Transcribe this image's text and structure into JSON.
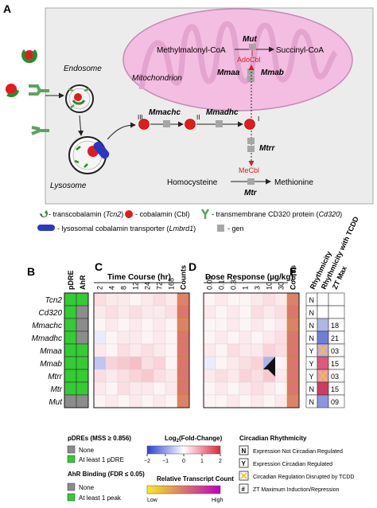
{
  "panelA": {
    "label": "A",
    "endosome": "Endosome",
    "lysosome": "Lysosome",
    "mitochondrion": "Mitochondrion",
    "methylmalonyl": "Methylmalonyl-CoA",
    "succinyl": "Succinyl-CoA",
    "mut": "Mut",
    "adocbl": "AdoCbl",
    "mmaa": "Mmaa",
    "mmab": "Mmab",
    "mmachc": "Mmachc",
    "mmadhc": "Mmadhc",
    "ox3": "III",
    "ox2": "II",
    "ox1": "I",
    "mtrr": "Mtrr",
    "mecbl": "MeCbl",
    "homocysteine": "Homocysteine",
    "methionine": "Methionine",
    "mtr": "Mtr",
    "legend": {
      "tc": "- transcobalamin (",
      "tc_gene": "Tcn2",
      "cbl": "- cobalamin (Cbl)",
      "cd320": "- transmembrane CD320 protein (",
      "cd320_gene": "Cd320",
      "lmbrd": "- lysosomal cobalamin transporter (",
      "lmbrd_gene": "Lmbrd1",
      "gen": "- gen",
      "close": ")"
    }
  },
  "panelB": {
    "label": "B",
    "col_headers": [
      "pDRE",
      "AhR"
    ],
    "genes": [
      "Tcn2",
      "Cd320",
      "Mmachc",
      "Mmadhc",
      "Mmaa",
      "Mmab",
      "Mtrr",
      "Mtr",
      "Mut"
    ],
    "pdre": [
      1,
      1,
      1,
      1,
      1,
      1,
      1,
      1,
      0
    ],
    "ahr": [
      1,
      0,
      0,
      0,
      1,
      1,
      1,
      1,
      0
    ]
  },
  "panelC": {
    "label": "C",
    "title": "Time Course (hr)",
    "timepoints": [
      "2",
      "4",
      "8",
      "12",
      "24",
      "72",
      "168"
    ],
    "counts_label": "Counts",
    "values": [
      [
        0.3,
        0.2,
        0.2,
        0.1,
        0.2,
        0.3,
        0.2
      ],
      [
        0.2,
        0.3,
        0.2,
        0.3,
        0.2,
        0.2,
        0.3
      ],
      [
        0.1,
        0.2,
        0.1,
        0.2,
        0.1,
        0.2,
        0.1
      ],
      [
        -0.2,
        0.1,
        0.2,
        0.2,
        0.1,
        0.2,
        0.1
      ],
      [
        0.2,
        0.1,
        0.3,
        0.2,
        0.3,
        0.2,
        0.1
      ],
      [
        -0.6,
        0.4,
        0.5,
        0.6,
        0.3,
        0.4,
        0.1
      ],
      [
        0.3,
        0.2,
        0.3,
        0.4,
        0.5,
        0.3,
        0.2
      ],
      [
        0.2,
        0.1,
        0.3,
        0.2,
        0.2,
        0.1,
        0.2
      ],
      [
        0.1,
        0.2,
        0.1,
        0.2,
        0.1,
        0.2,
        0.1
      ]
    ],
    "counts": [
      0.45,
      0.5,
      0.45,
      0.5,
      0.5,
      0.5,
      0.5,
      0.5,
      0.45
    ]
  },
  "panelD": {
    "label": "D",
    "title": "Dose Response (µg/kg)",
    "doses": [
      "0.03",
      "0.1",
      "0.3",
      "1",
      "3",
      "10",
      "30"
    ],
    "counts_label": "Counts",
    "values": [
      [
        0.1,
        0.2,
        0.1,
        0.1,
        0.2,
        0.3,
        0.2
      ],
      [
        0.2,
        0.1,
        0.2,
        0.1,
        0.3,
        0.2,
        0.3
      ],
      [
        0.1,
        0.1,
        0.2,
        0.1,
        0.2,
        0.1,
        0.2
      ],
      [
        0.1,
        0.2,
        0.1,
        0.2,
        0.1,
        0.2,
        0.3
      ],
      [
        0.2,
        0.1,
        0.3,
        0.2,
        0.2,
        0.4,
        0.3
      ],
      [
        -0.2,
        0.1,
        0.2,
        0.3,
        0.4,
        -0.8,
        0.1
      ],
      [
        0.2,
        0.3,
        0.2,
        0.4,
        0.3,
        0.5,
        0.2
      ],
      [
        0.1,
        0.2,
        0.1,
        0.2,
        0.3,
        0.2,
        0.1
      ],
      [
        0.1,
        0.1,
        0.2,
        0.1,
        0.2,
        0.1,
        0.2
      ]
    ],
    "counts": [
      0.45,
      0.5,
      0.45,
      0.5,
      0.5,
      0.5,
      0.5,
      0.5,
      0.45
    ]
  },
  "panelE": {
    "label": "E",
    "headers": [
      "Rhythmicity",
      "Rhythmicity with TCDD",
      "ZT Max"
    ],
    "rhythm": [
      "N",
      "N",
      "N",
      "N",
      "Y",
      "Y",
      "Y",
      "N",
      "N"
    ],
    "zt": [
      "",
      "",
      "18",
      "21",
      "03",
      "15",
      "03",
      "15",
      "09"
    ],
    "disrupted": [
      false,
      false,
      false,
      false,
      true,
      false,
      true,
      false,
      false
    ],
    "zt_colors": [
      "#ffffff",
      "#ffffff",
      "#aeb8e8",
      "#6f7fd6",
      "#c7a9e3",
      "#dc5a7a",
      "#e99aaf",
      "#d13a62",
      "#8a97de"
    ]
  },
  "legends": {
    "pdres_title": "pDREs (MSS ≥ 0.856)",
    "none": "None",
    "at_least_pdre": "At least 1 pDRE",
    "ahr_title": "AhR Binding (FDR ≤ 0.05)",
    "at_least_peak": "At least 1 peak",
    "fc_title": "Log",
    "fc_sub": "2",
    "fc_title_rest": "(Fold-Change)",
    "fc_ticks": [
      "−2",
      "−1",
      "0",
      "1",
      "2"
    ],
    "rtc_title": "Relative Transcript Count",
    "low": "Low",
    "high": "High",
    "circ_title": "Circadian Rhythmicity",
    "circ_n_sym": "N",
    "circ_n": "Expression Not Circadian Regulated",
    "circ_y_sym": "Y",
    "circ_y": "Expression Circadian Regulated",
    "circ_x": "Circadian Regulation Disrupted by TCDD",
    "circ_hash_sym": "#",
    "circ_hash": "ZT Maximum Induction/Repression"
  },
  "colors": {
    "green": "#33cc33",
    "gray": "#8c8c8c",
    "red": "#e41b1b",
    "yellow": "#f7ec1a",
    "mito": "#f2b8df",
    "gene_box": "#a6a6a6"
  }
}
